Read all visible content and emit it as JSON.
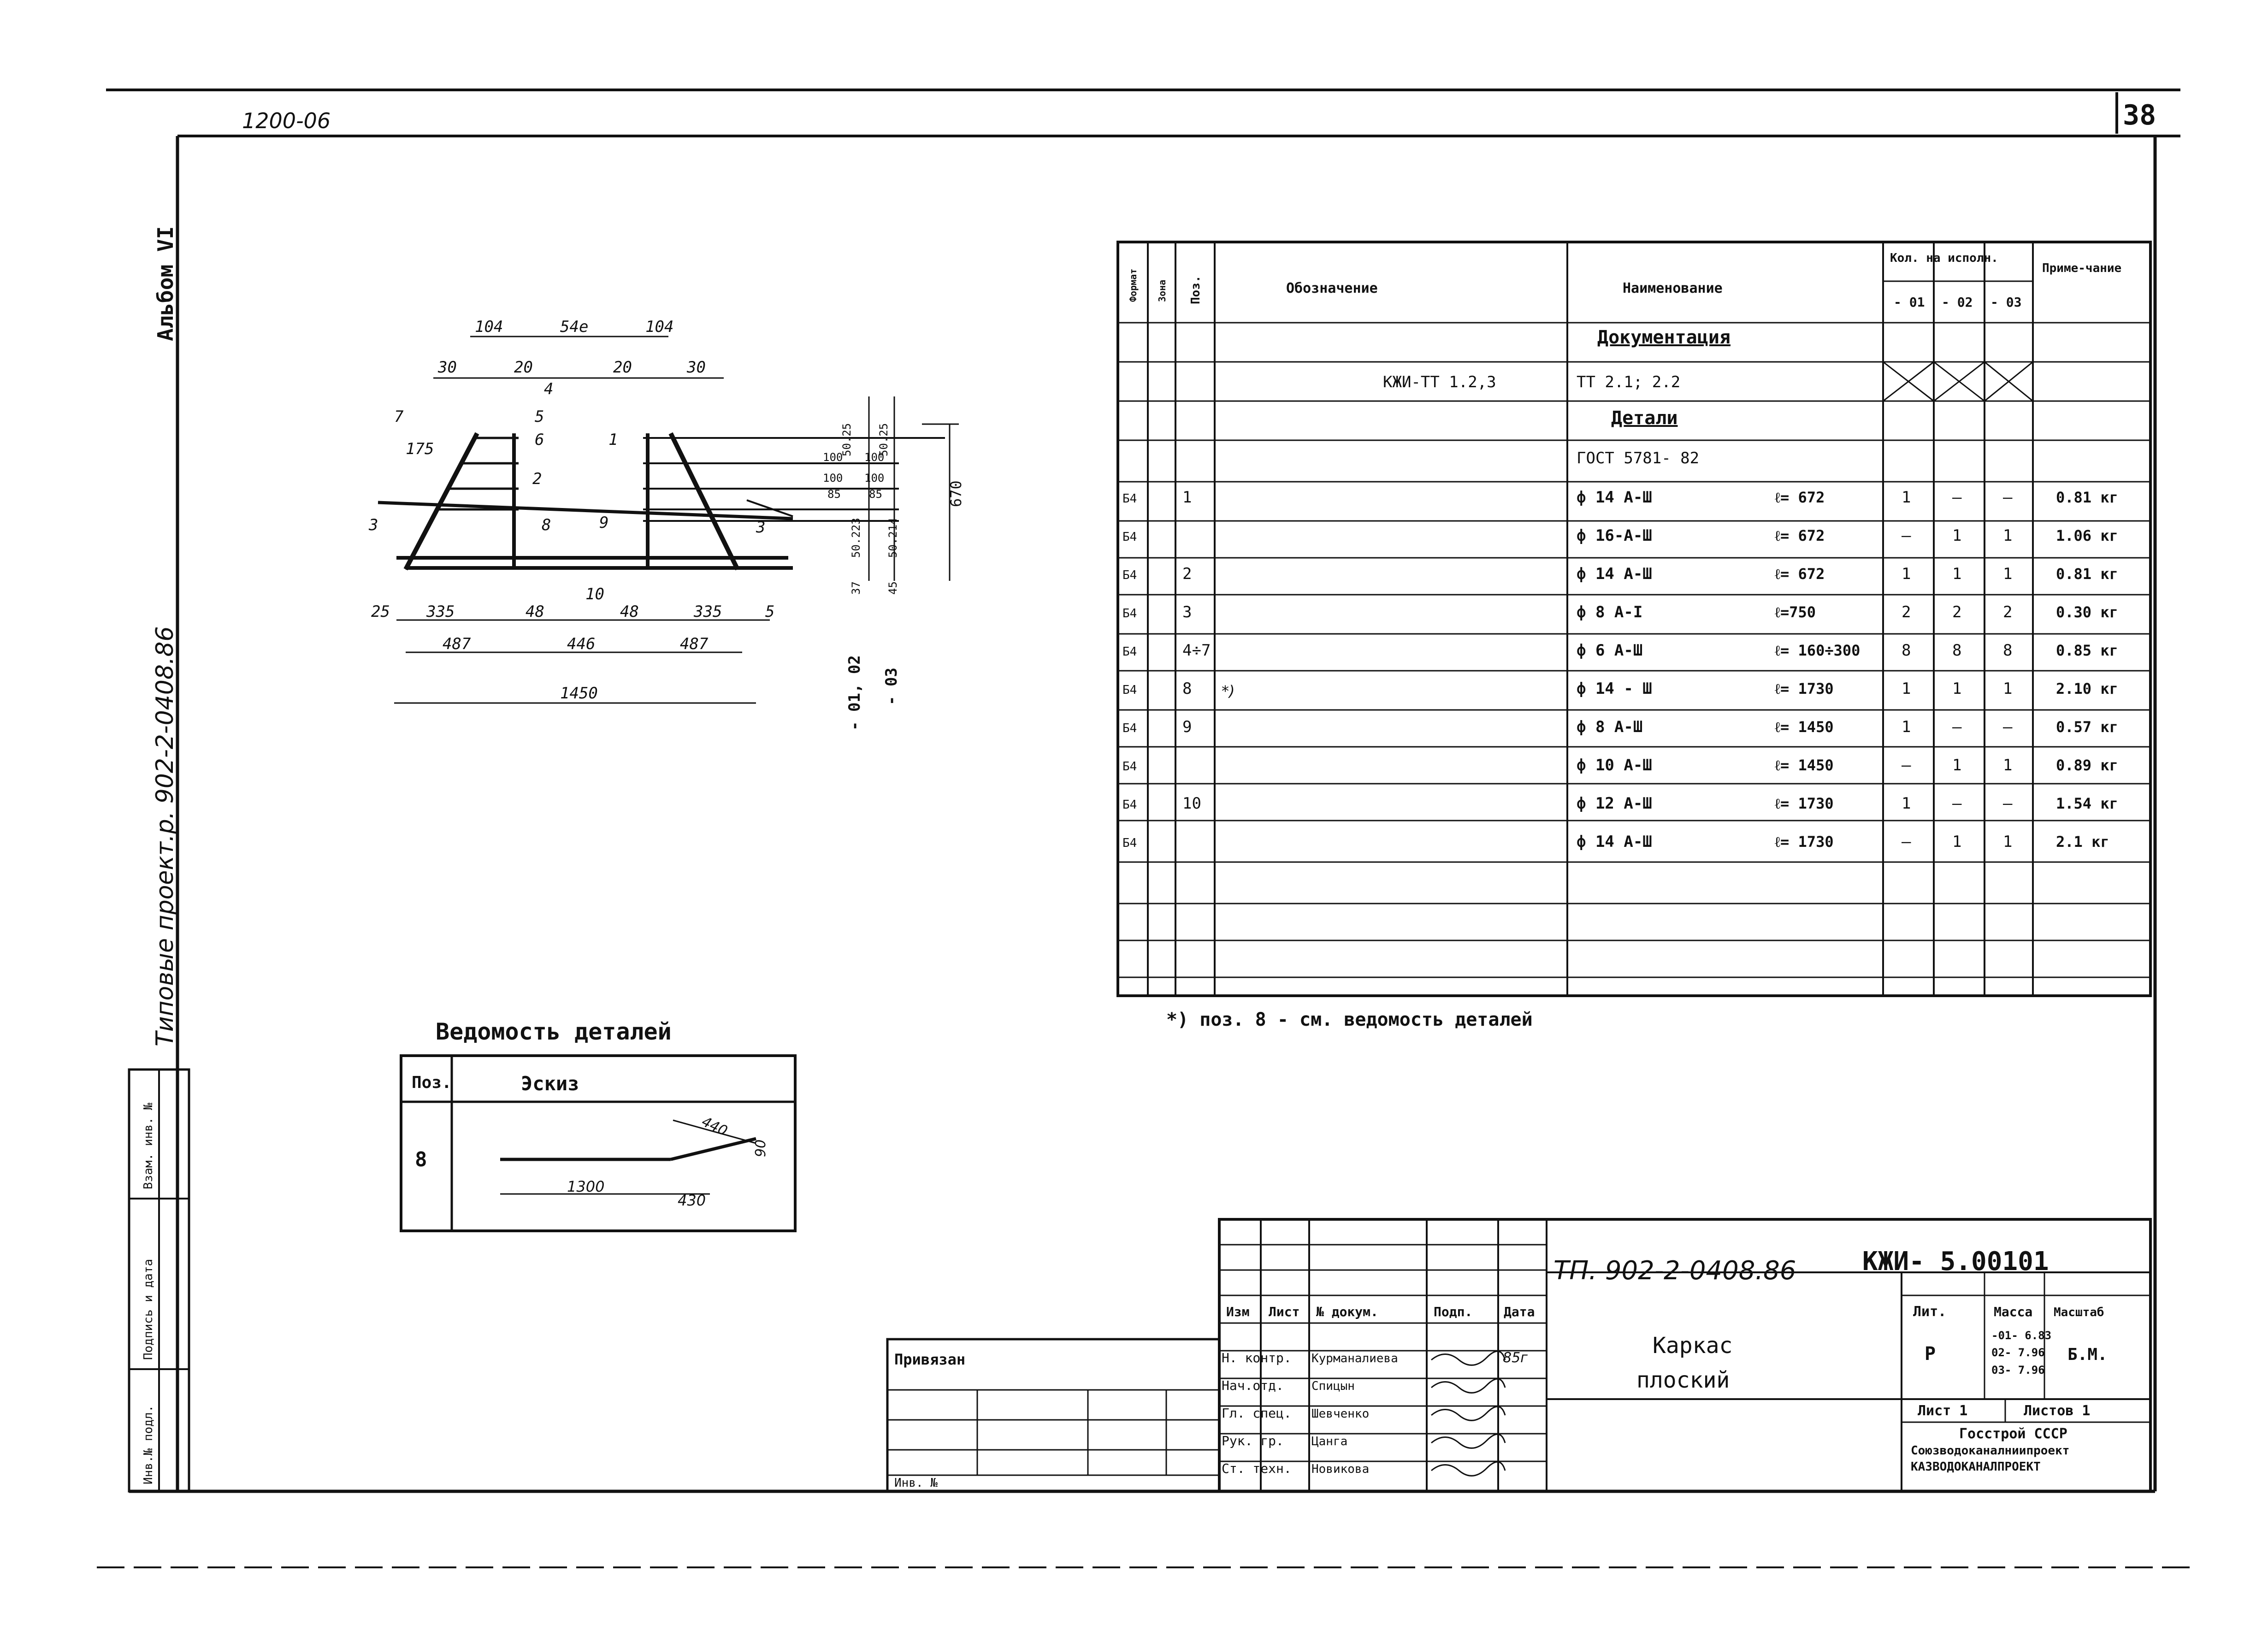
{
  "header": {
    "doc_code": "1200-06",
    "sheet_number": "38"
  },
  "side": {
    "album": "Альбом VI",
    "project": "Типовые проект.р. 902-2-0408.86",
    "stamp_labels": [
      "Инв.№ подл.",
      "Подпись и дата",
      "Взам. инв. №"
    ]
  },
  "diagram": {
    "labels": [
      "104",
      "54e",
      "104",
      "30",
      "20",
      "20",
      "30",
      "4",
      "5",
      "6",
      "1",
      "7",
      "175",
      "2",
      "3",
      "8",
      "9",
      "3",
      "10",
      "25",
      "335",
      "48",
      "48",
      "335",
      "5",
      "487",
      "446",
      "487",
      "1450"
    ],
    "dims_right": [
      "50.25",
      "50.25",
      "100",
      "100",
      "100",
      "100",
      "85",
      "85",
      "50.223",
      "50.214",
      "670",
      "37",
      "45"
    ],
    "section_marks": [
      "- 01, 02",
      "- 03"
    ]
  },
  "spec": {
    "headers": {
      "format": "Формат",
      "zone": "Зона",
      "pos": "Поз.",
      "designation": "Обозначение",
      "name": "Наименование",
      "qty": "Кол. на исполн.",
      "qty_cols": [
        "- 01",
        "- 02",
        "- 03"
      ],
      "note": "Приме-чание"
    },
    "section_doc": "Документация",
    "doc_row": {
      "designation": "КЖИ-ТТ 1.2,3",
      "name": "ТТ 2.1; 2.2"
    },
    "section_parts": "Детали",
    "gost": "ГОСТ 5781- 82",
    "rows": [
      {
        "fmt": "Б4",
        "pos": "1",
        "name": "ф 14 А-Ш",
        "len": "ℓ= 672",
        "q1": "1",
        "q2": "—",
        "q3": "—",
        "note": "0.81 кг"
      },
      {
        "fmt": "Б4",
        "pos": "",
        "name": "ф 16-А-Ш",
        "len": "ℓ= 672",
        "q1": "—",
        "q2": "1",
        "q3": "1",
        "note": "1.06 кг"
      },
      {
        "fmt": "Б4",
        "pos": "2",
        "name": "ф 14 А-Ш",
        "len": "ℓ= 672",
        "q1": "1",
        "q2": "1",
        "q3": "1",
        "note": "0.81 кг"
      },
      {
        "fmt": "Б4",
        "pos": "3",
        "name": "ф 8 А-I",
        "len": "ℓ=750",
        "q1": "2",
        "q2": "2",
        "q3": "2",
        "note": "0.30 кг"
      },
      {
        "fmt": "Б4",
        "pos": "4÷7",
        "name": "ф 6 А-Ш",
        "len": "ℓ= 160÷300",
        "q1": "8",
        "q2": "8",
        "q3": "8",
        "note": "0.85 кг"
      },
      {
        "fmt": "Б4",
        "pos": "8",
        "name": "ф 14 - Ш",
        "len": "ℓ= 1730",
        "q1": "1",
        "q2": "1",
        "q3": "1",
        "note": "2.10 кг"
      },
      {
        "fmt": "Б4",
        "pos": "9",
        "name": "ф 8 А-Ш",
        "len": "ℓ= 1450",
        "q1": "1",
        "q2": "—",
        "q3": "—",
        "note": "0.57 кг"
      },
      {
        "fmt": "Б4",
        "pos": "",
        "name": "ф 10 А-Ш",
        "len": "ℓ= 1450",
        "q1": "—",
        "q2": "1",
        "q3": "1",
        "note": "0.89 кг"
      },
      {
        "fmt": "Б4",
        "pos": "10",
        "name": "ф 12 А-Ш",
        "len": "ℓ= 1730",
        "q1": "1",
        "q2": "—",
        "q3": "—",
        "note": "1.54 кг"
      },
      {
        "fmt": "Б4",
        "pos": "",
        "name": "ф 14 А-Ш",
        "len": "ℓ= 1730",
        "q1": "—",
        "q2": "1",
        "q3": "1",
        "note": "2.1 кг"
      }
    ],
    "star_mark": "*)",
    "footnote": "*) поз. 8 - см. ведомость деталей"
  },
  "details": {
    "title": "Ведомость деталей",
    "col_pos": "Поз.",
    "col_sketch": "Эскиз",
    "pos": "8",
    "dims": [
      "440",
      "90",
      "1300",
      "430"
    ]
  },
  "titleblock": {
    "code": "ТП. 902-2-0408.86",
    "mark": "КЖИ- 5.00101",
    "name_line1": "Каркас",
    "name_line2": "плоский",
    "col_headers": [
      "Изм",
      "Лист",
      "№ докум.",
      "Подп.",
      "Дата"
    ],
    "people": [
      {
        "role": "Н. контр.",
        "person": "Курманалиева",
        "date": "85г"
      },
      {
        "role": "Нач.отд.",
        "person": "Спицын",
        "date": ""
      },
      {
        "role": "Гл. спец.",
        "person": "Шевченко",
        "date": ""
      },
      {
        "role": "Рук. гр.",
        "person": "Цанга",
        "date": ""
      },
      {
        "role": "Ст. техн.",
        "person": "Новикова",
        "date": ""
      }
    ],
    "lit_label": "Лит.",
    "lit_value": "Р",
    "mass_label": "Масса",
    "mass_values": [
      "-01- 6.83",
      "02- 7.96",
      "03- 7.96"
    ],
    "scale_label": "Масштаб",
    "scale_value": "Б.М.",
    "sheet": "Лист 1",
    "sheets": "Листов 1",
    "org1": "Госстрой СССР",
    "org2": "Союзводоканалниипроект",
    "org3": "КАЗВОДОКАНАЛПРОЕКТ",
    "bound": "Привязан",
    "inv": "Инв. №"
  }
}
